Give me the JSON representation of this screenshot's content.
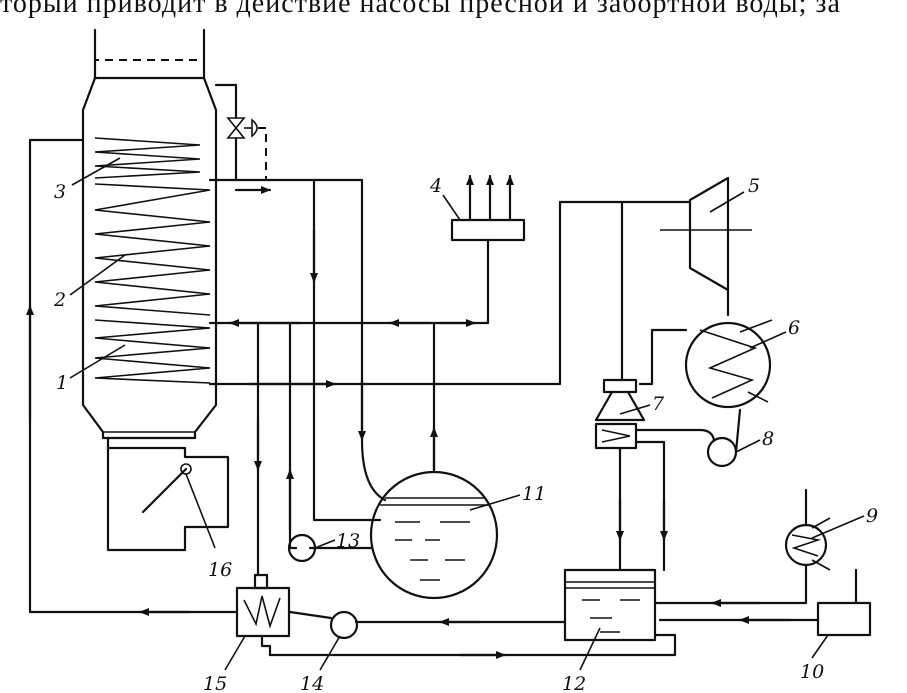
{
  "page_text": {
    "top_line": "торый приводит в действие насосы пресной и забортной воды; за"
  },
  "labels": {
    "l1": "1",
    "l2": "2",
    "l3": "3",
    "l4": "4",
    "l5": "5",
    "l6": "6",
    "l7": "7",
    "l8": "8",
    "l9": "9",
    "l10": "10",
    "l11": "11",
    "l12": "12",
    "l13": "13",
    "l14": "14",
    "l15": "15",
    "l16": "16"
  }
}
